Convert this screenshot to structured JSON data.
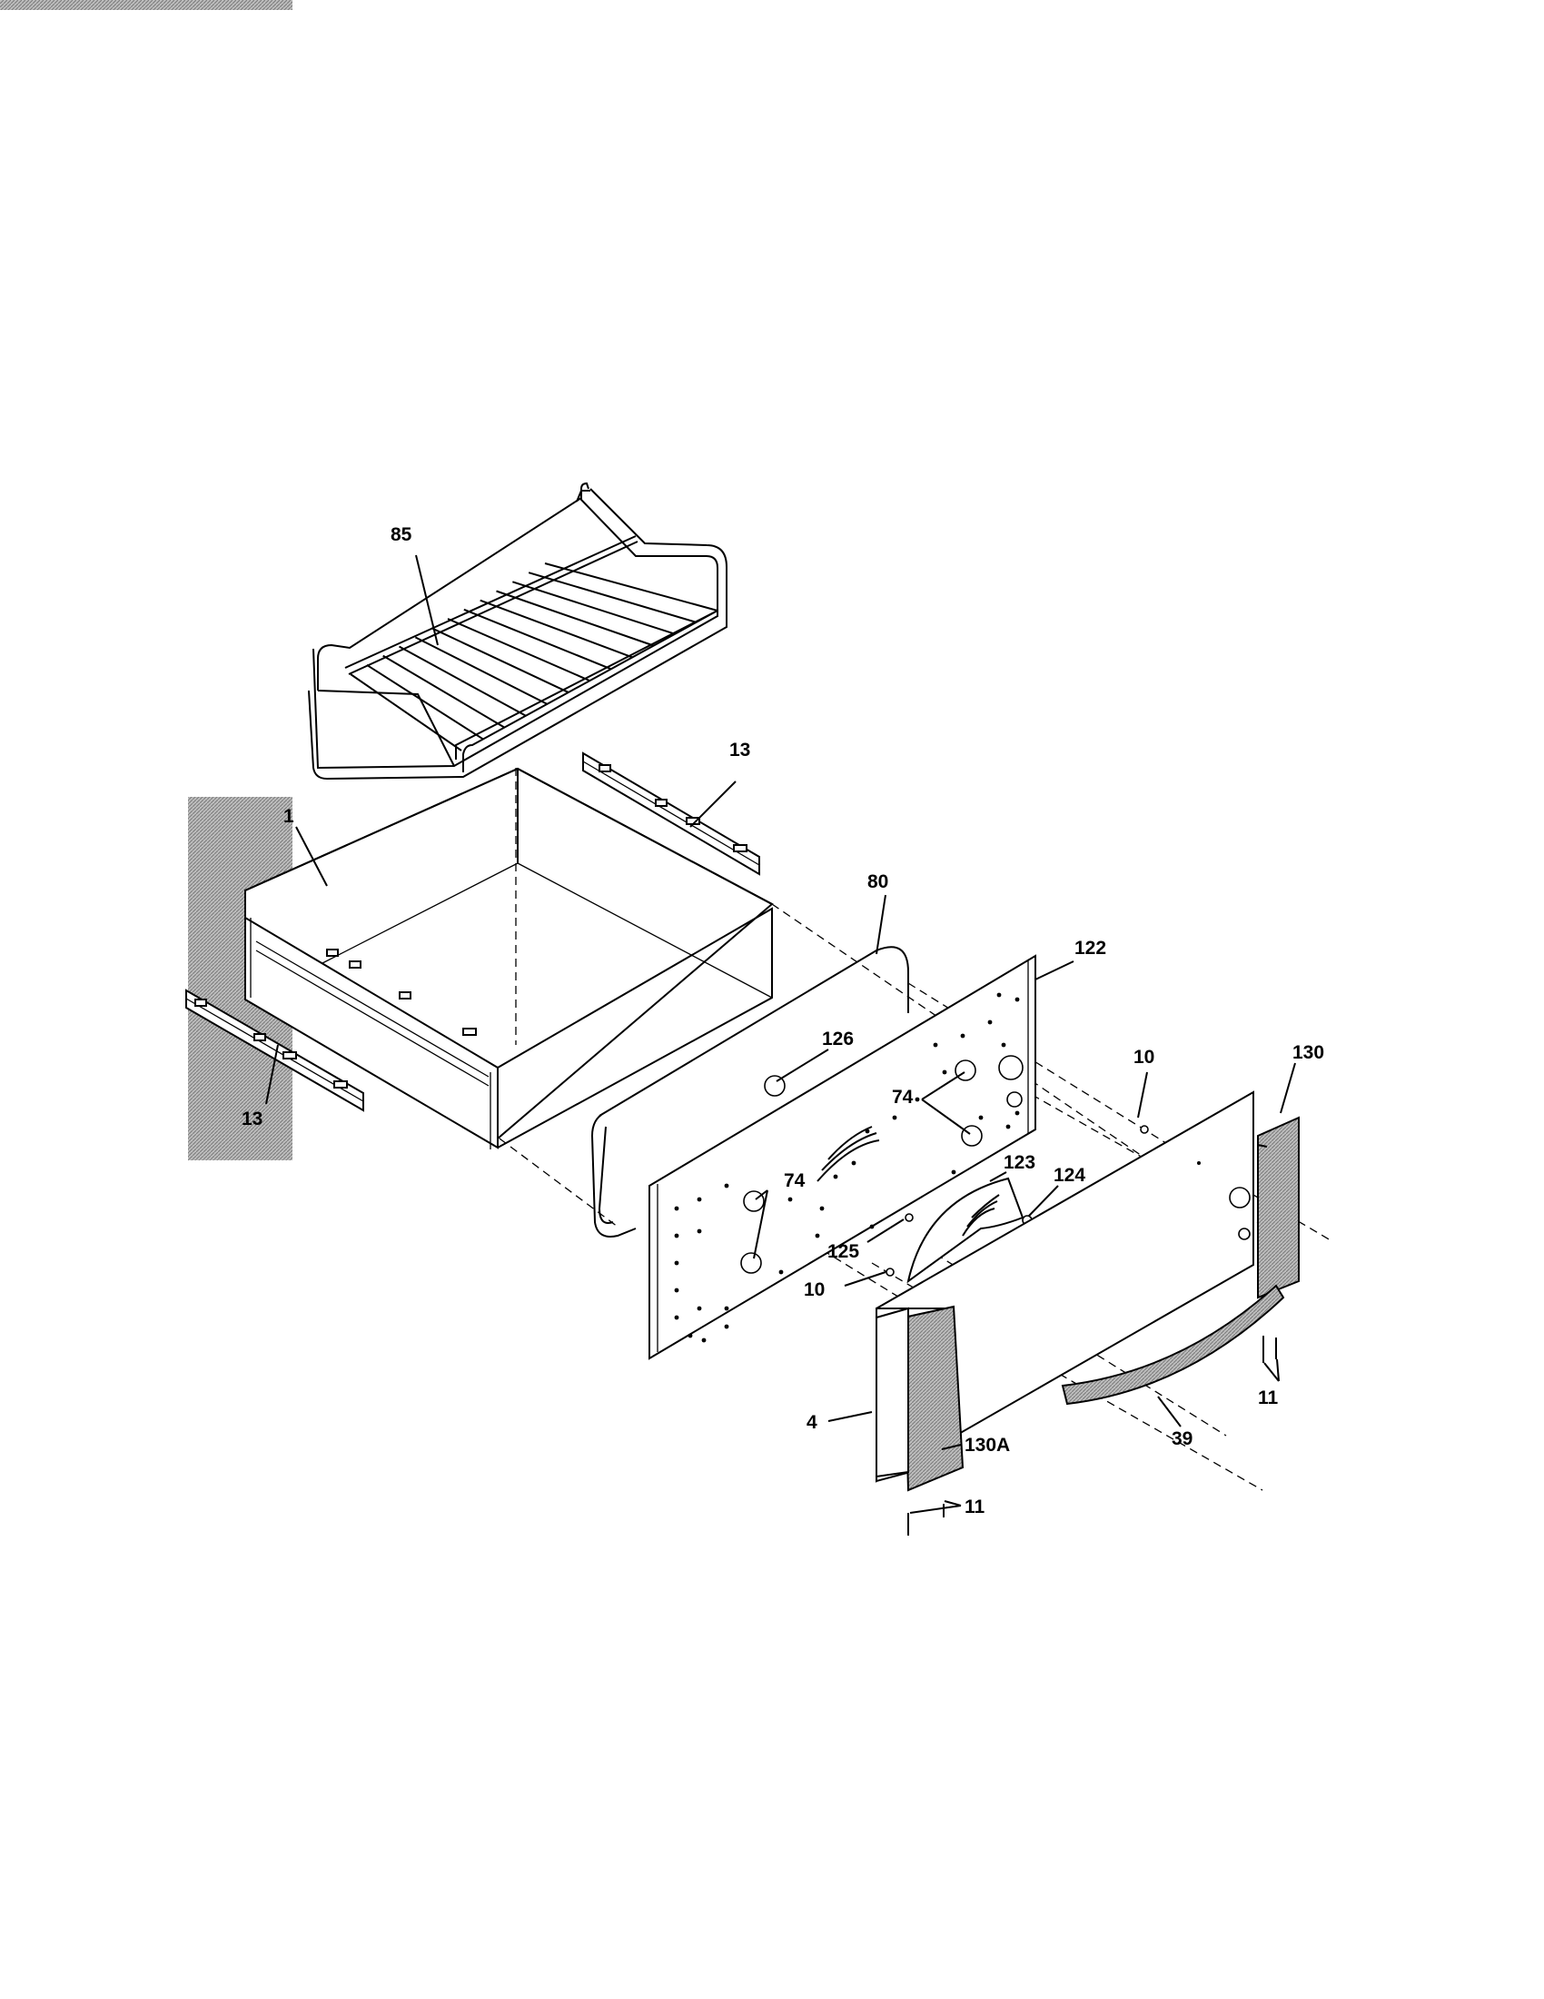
{
  "callouts": [
    {
      "id": "c85",
      "text": "85"
    },
    {
      "id": "c13a",
      "text": "13"
    },
    {
      "id": "c1",
      "text": "1"
    },
    {
      "id": "c13b",
      "text": "13"
    },
    {
      "id": "c80",
      "text": "80"
    },
    {
      "id": "c122",
      "text": "122"
    },
    {
      "id": "c126",
      "text": "126"
    },
    {
      "id": "c74a",
      "text": "74"
    },
    {
      "id": "c74b",
      "text": "74"
    },
    {
      "id": "c10a",
      "text": "10"
    },
    {
      "id": "c130",
      "text": "130"
    },
    {
      "id": "c123",
      "text": "123"
    },
    {
      "id": "c124",
      "text": "124"
    },
    {
      "id": "c125",
      "text": "125"
    },
    {
      "id": "c10b",
      "text": "10"
    },
    {
      "id": "c4",
      "text": "4"
    },
    {
      "id": "c130a",
      "text": "130A"
    },
    {
      "id": "c39",
      "text": "39"
    },
    {
      "id": "c11a",
      "text": "11"
    },
    {
      "id": "c11b",
      "text": "11"
    }
  ]
}
